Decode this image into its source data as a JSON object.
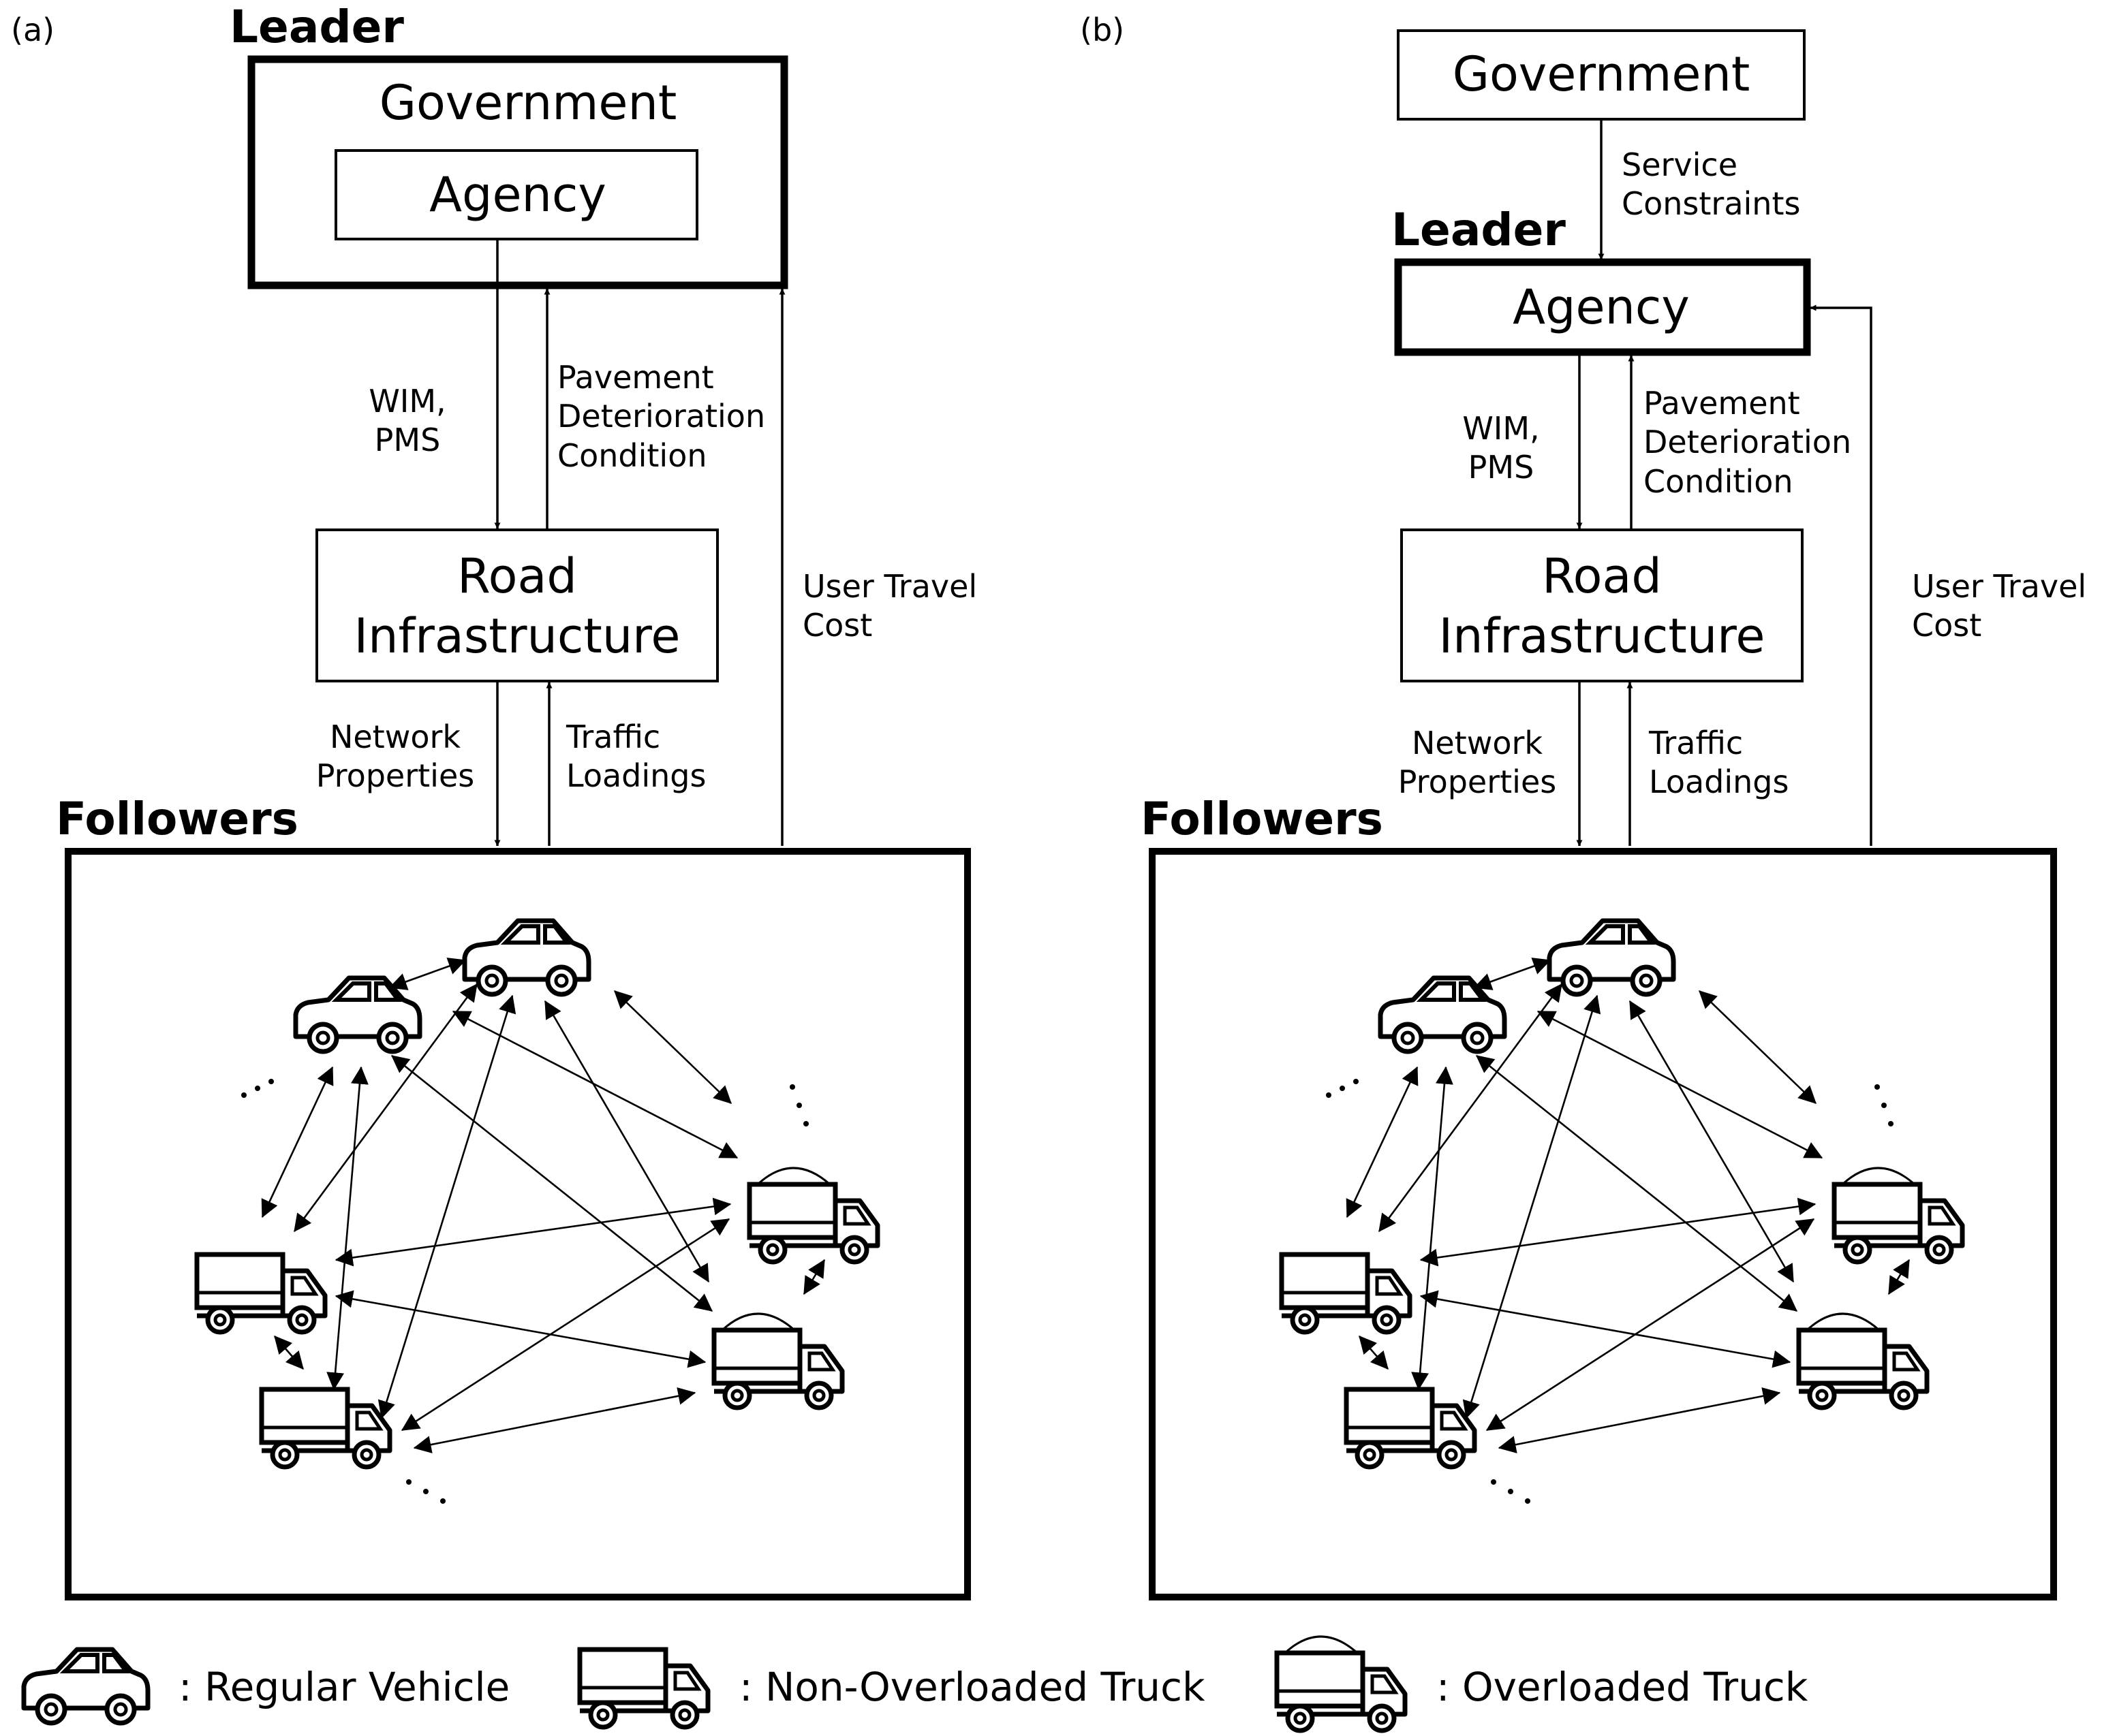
{
  "panels": [
    {
      "tag": "(a)",
      "leader_label": "Leader",
      "followers_label": "Followers",
      "government": "Government",
      "agency": "Agency",
      "road_line1": "Road",
      "road_line2": "Infrastructure",
      "wim_line1": "WIM,",
      "wim_line2": "PMS",
      "pav_line1": "Pavement",
      "pav_line2": "Deterioration",
      "pav_line3": "Condition",
      "utc_line1": "User Travel",
      "utc_line2": "Cost",
      "net_line1": "Network",
      "net_line2": "Properties",
      "traffic_line1": "Traffic",
      "traffic_line2": "Loadings"
    },
    {
      "tag": "(b)",
      "leader_label": "Leader",
      "followers_label": "Followers",
      "government": "Government",
      "agency": "Agency",
      "road_line1": "Road",
      "road_line2": "Infrastructure",
      "service_line1": "Service",
      "service_line2": "Constraints",
      "wim_line1": "WIM,",
      "wim_line2": "PMS",
      "pav_line1": "Pavement",
      "pav_line2": "Deterioration",
      "pav_line3": "Condition",
      "utc_line1": "User Travel",
      "utc_line2": "Cost",
      "net_line1": "Network",
      "net_line2": "Properties",
      "traffic_line1": "Traffic",
      "traffic_line2": "Loadings"
    }
  ],
  "legend": {
    "regular_vehicle": ": Regular Vehicle",
    "non_overloaded_truck": ": Non-Overloaded Truck",
    "overloaded_truck": ": Overloaded Truck"
  },
  "icons": {
    "car": "car-icon",
    "truck": "truck-icon",
    "overloaded_truck": "overloaded-truck-icon"
  }
}
